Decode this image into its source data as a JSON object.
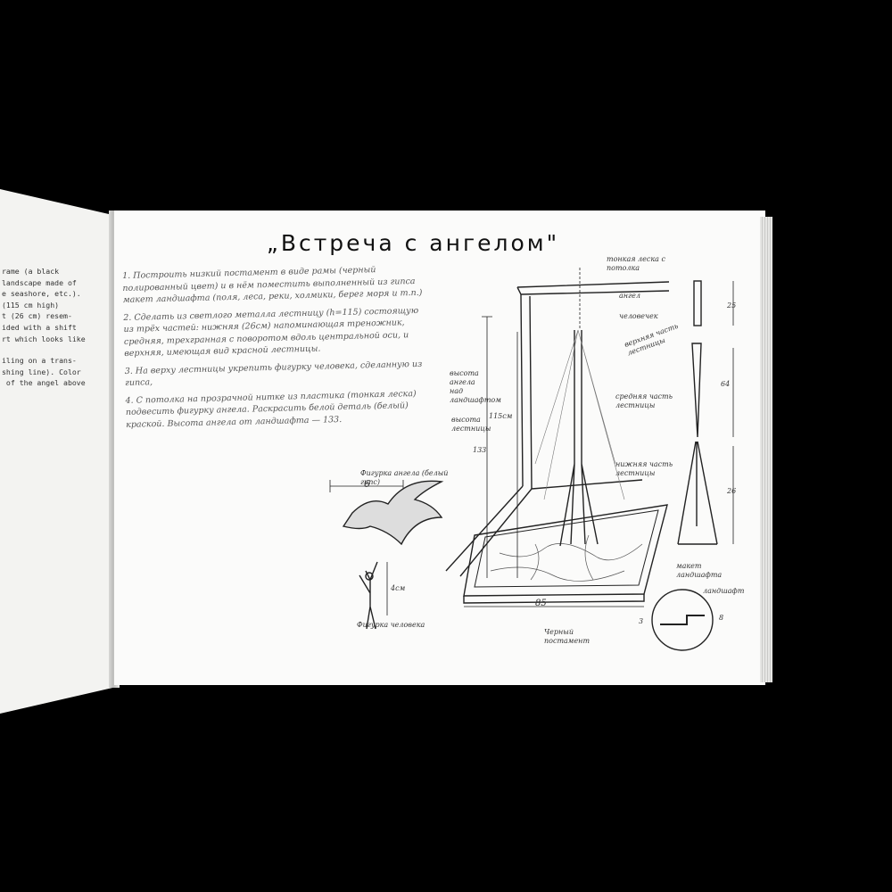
{
  "left_page": {
    "lines_1": [
      "rame (a black",
      "landscape made of",
      "e seashore, etc.).",
      "(115 cm high)",
      "t (26 cm) resem-",
      "ided with a shift",
      "rt which looks like"
    ],
    "lines_2": [
      "iling on a trans-",
      "shing line). Color",
      " of the angel above"
    ]
  },
  "right_page": {
    "title": "„Встреча с ангелом\"",
    "notes": [
      "1. Построить низкий постамент в виде рамы (черный полированный цвет) и в нём поместить выполненный из гипса макет ландшафта (поля, леса, реки, холмики, берег моря и т.п.)",
      "2. Сделать из светлого металла лестницу (h=115) состоящую из трёх частей: нижняя (26см) напоминающая треножник, средняя, трехгранная с поворотом вдоль центральной оси, и верхняя, имеющая вид красной лестницы.",
      "3. На верху лестницы укрепить фигурку человека, сделанную из гипса,",
      "4. С потолка на прозрачной нитке из пластика (тонкая леска) подвесить фигурку ангела. Раскрасить белой деталь (белый) краской. Высота ангела от ландшафта — 133."
    ],
    "labels": {
      "ceiling_line": "тонкая леска с потолка",
      "angel": "ангел",
      "man": "человечек",
      "top_part": "верхняя часть лестницы",
      "middle_part": "средняя часть лестницы",
      "bottom_part": "нижняя часть лестницы",
      "angel_height": "высота ангела над ландшафтом",
      "ladder_height": "высота лестницы",
      "height_115": "115см",
      "height_133": "133",
      "angel_figure": "Фигурка ангела (белый гипс)",
      "angel_width": "6",
      "man_height": "4см",
      "man_figure": "Фигурка человека",
      "width_85": "85",
      "plinth": "Черный постамент",
      "landscape_model": "макет ландшафта",
      "landscape_small": "ландшафт",
      "dim_25": "25",
      "dim_64": "64",
      "dim_26": "26",
      "dim_8": "8",
      "dim_3": "3"
    }
  }
}
